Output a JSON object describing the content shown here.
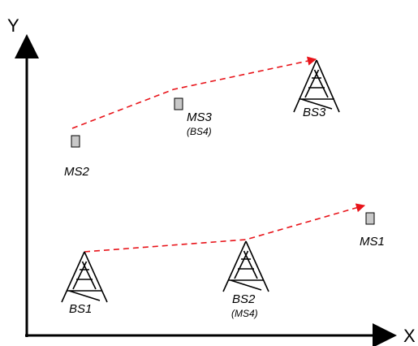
{
  "axes": {
    "x_label": "X",
    "y_label": "Y"
  },
  "base_stations": [
    {
      "label": "BS1",
      "sublabel": ""
    },
    {
      "label": "BS2",
      "sublabel": "(MS4)"
    },
    {
      "label": "BS3",
      "sublabel": ""
    }
  ],
  "mobile_stations": [
    {
      "label": "MS1",
      "sublabel": ""
    },
    {
      "label": "MS2",
      "sublabel": ""
    },
    {
      "label": "MS3",
      "sublabel": "(BS4)"
    }
  ],
  "colors": {
    "link": "#e8141a",
    "device_fill": "#c8c8c8",
    "line": "#000000"
  },
  "icons": {
    "base_station": "cell-tower-icon",
    "mobile_station": "mobile-device-icon"
  }
}
